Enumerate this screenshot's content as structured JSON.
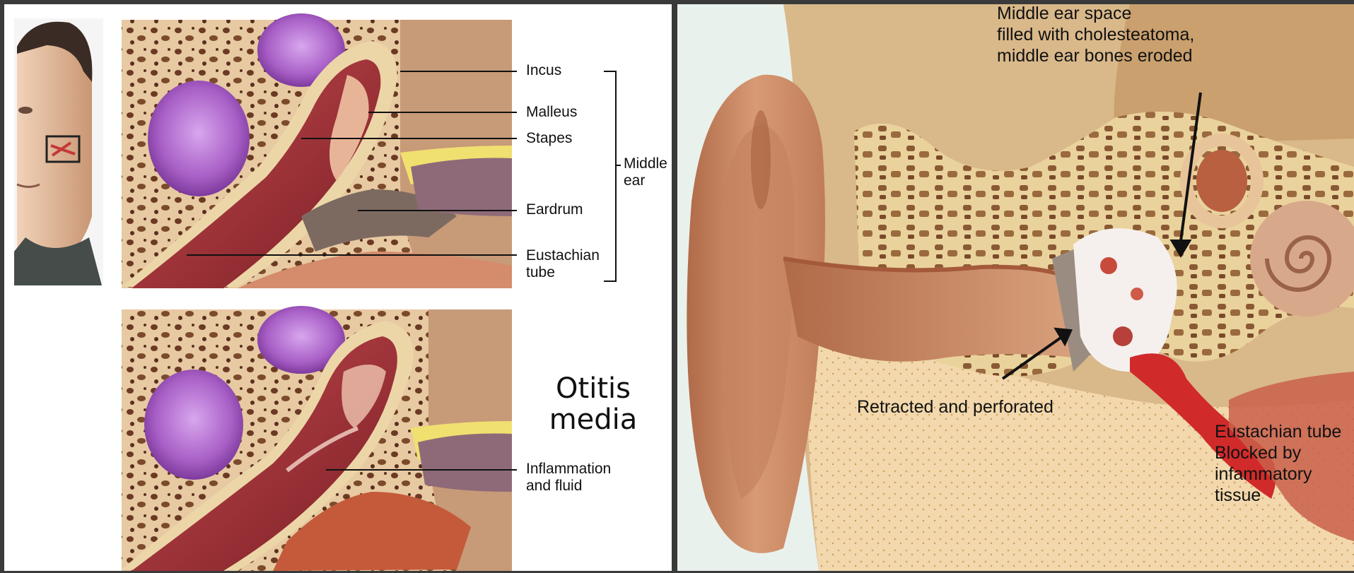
{
  "left_panel": {
    "labels": {
      "incus": "Incus",
      "malleus": "Malleus",
      "stapes": "Stapes",
      "middle_ear": "Middle\near",
      "eardrum": "Eardrum",
      "eustachian_tube": "Eustachian\ntube",
      "title": "Otitis\nmedia",
      "inflammation": "Inflammation\nand fluid"
    }
  },
  "right_panel": {
    "labels": {
      "cholesteatoma": "Middle ear space\nfilled with cholesteatoma,\nmiddle ear bones eroded",
      "retracted": "Retracted and perforated",
      "eustachian_blocked": "Eustachian tube\nBlocked by\ninfammatory\ntissue"
    }
  },
  "colors": {
    "bone": "#ecd6a8",
    "pore": "#7a4a2e",
    "canal_red": "#a8303a",
    "mastoid_purple": "#b46fd0",
    "right_bg": "#e9f1ec",
    "skin": "#d7a27e"
  }
}
